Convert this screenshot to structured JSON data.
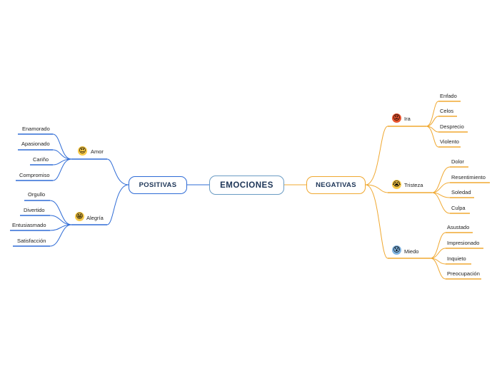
{
  "root": {
    "label": "EMOCIONES"
  },
  "positive": {
    "label": "POSITIVAS",
    "groups": [
      {
        "label": "Amor",
        "icon": "heart-face-icon",
        "items": [
          "Enamorado",
          "Apasionado",
          "Cariño",
          "Compromiso"
        ]
      },
      {
        "label": "Alegría",
        "icon": "grinning-face-icon",
        "items": [
          "Orgullo",
          "Divertido",
          "Entusiasmado",
          "Satisfacción"
        ]
      }
    ]
  },
  "negative": {
    "label": "NEGATIVAS",
    "groups": [
      {
        "label": "Ira",
        "icon": "angry-face-icon",
        "items": [
          "Enfado",
          "Celos",
          "Desprecio",
          "Violento"
        ]
      },
      {
        "label": "Tristeza",
        "icon": "crying-face-icon",
        "items": [
          "Dolor",
          "Resentimiento",
          "Soledad",
          "Culpa"
        ]
      },
      {
        "label": "Miedo",
        "icon": "fearful-face-icon",
        "items": [
          "Asustado",
          "Impresionado",
          "Inquieto",
          "Preocupación"
        ]
      }
    ]
  },
  "colors": {
    "positive": "#2e6bd6",
    "negative": "#f0a830",
    "root_border": "#6a9bc3",
    "text": "#1d3557"
  }
}
